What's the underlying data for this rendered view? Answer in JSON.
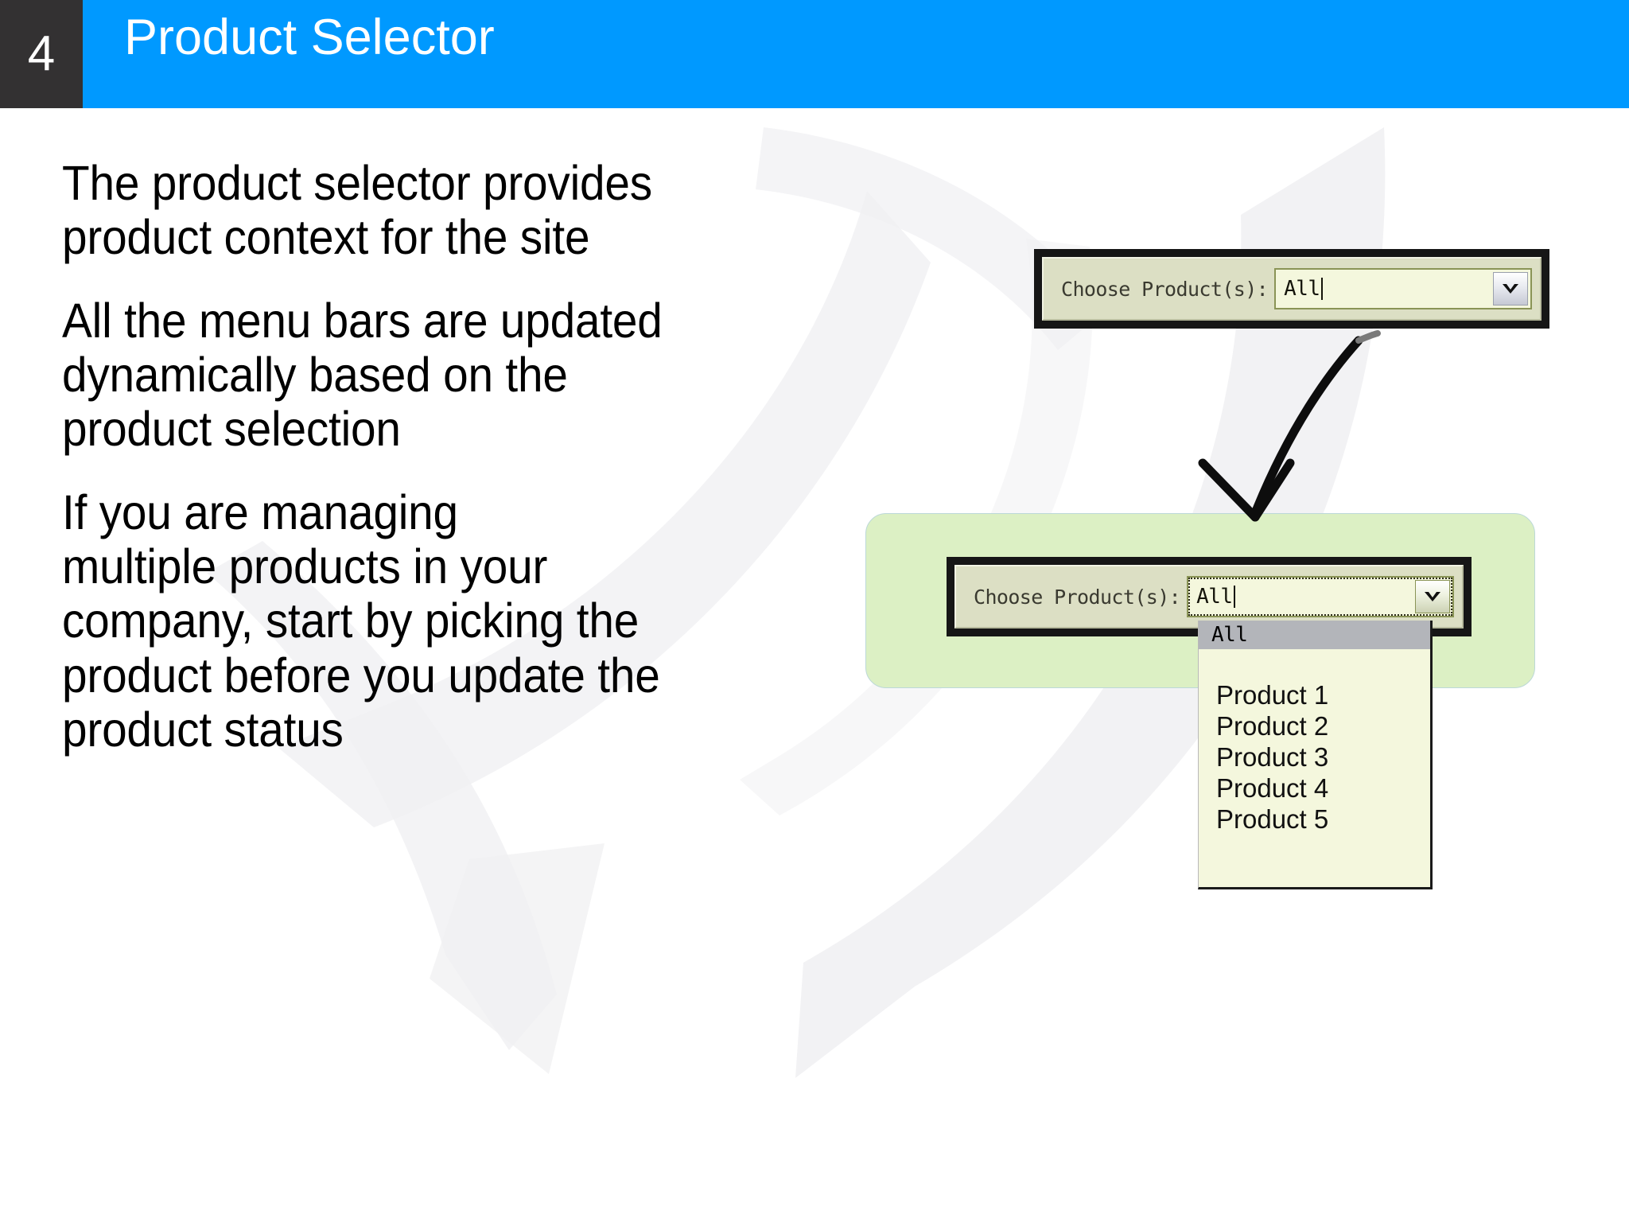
{
  "header": {
    "slide_number": "4",
    "title": "Product Selector",
    "accent_color": "#0099FF",
    "number_box_color": "#333132"
  },
  "body": {
    "paragraphs": [
      "The product selector provides\nproduct context for the site",
      "All the menu bars are updated\ndynamically based on the\nproduct selection",
      "If you are managing\nmultiple products in your\ncompany, start by picking the\nproduct before you update the\nproduct status"
    ]
  },
  "selector_top": {
    "label": "Choose Product(s):",
    "value": "All",
    "arrow_icon": "chevron-down-icon"
  },
  "selector_bottom": {
    "label": "Choose Product(s):",
    "value": "All",
    "arrow_icon": "chevron-down-icon",
    "panel_color": "#dcf0c4"
  },
  "dropdown": {
    "selected_option": "All",
    "options": [
      "Product 1",
      "Product 2",
      "Product 3",
      "Product 4",
      "Product 5"
    ],
    "highlight_color": "#b3b5ba",
    "background_color": "#f4f7dd"
  },
  "annotation": {
    "arrow_icon": "curved-down-arrow-icon"
  },
  "decoration": {
    "watermark_icon": "circular-arrows-watermark",
    "watermark_color": "#f0f0f2"
  }
}
